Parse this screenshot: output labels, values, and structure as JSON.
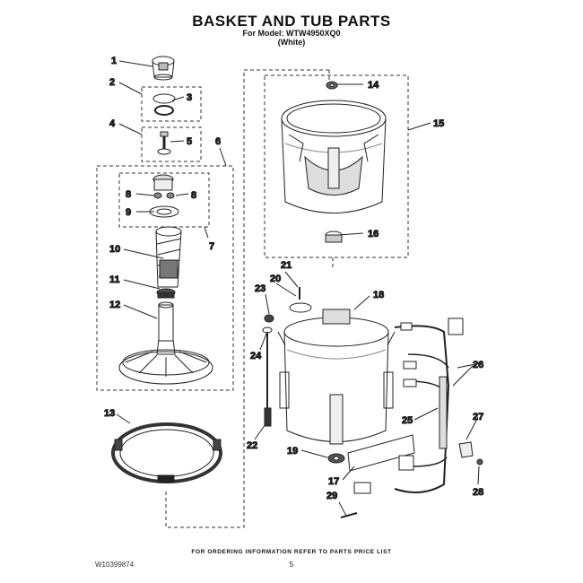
{
  "header": {
    "title": "BASKET AND TUB PARTS",
    "model_line": "For Model: WTW4950XQ0",
    "color_line": "(White)"
  },
  "callouts": [
    "1",
    "2",
    "3",
    "4",
    "5",
    "6",
    "7",
    "8",
    "8",
    "9",
    "10",
    "11",
    "12",
    "13",
    "14",
    "15",
    "16",
    "17",
    "18",
    "19",
    "20",
    "21",
    "22",
    "23",
    "24",
    "25",
    "26",
    "27",
    "28",
    "29"
  ],
  "footer": {
    "ordering_note": "FOR ORDERING INFORMATION REFER TO PARTS PRICE LIST",
    "doc_number": "W10399874",
    "page_number": "5"
  }
}
